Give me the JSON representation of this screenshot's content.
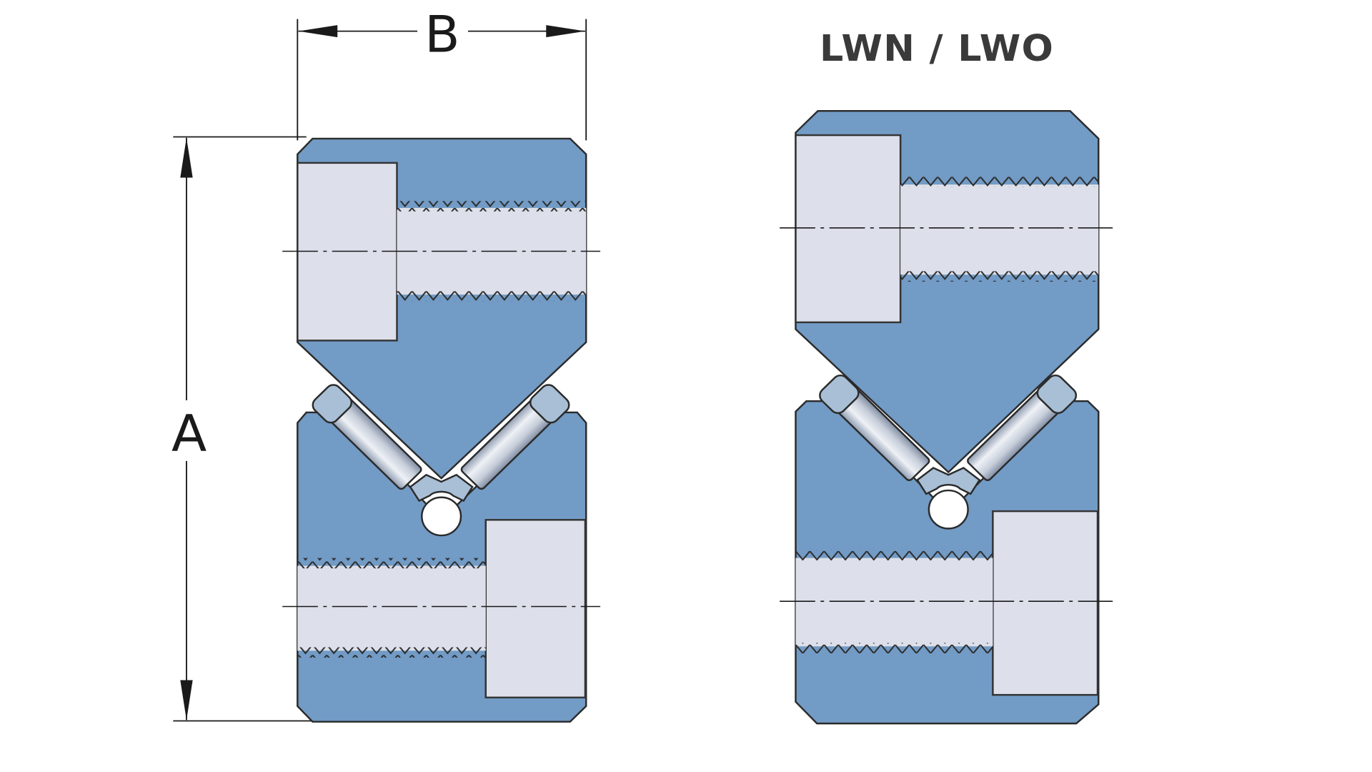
{
  "title": "LWN / LWO",
  "dimensions": {
    "width_label": "B",
    "height_label": "A"
  },
  "colors": {
    "body": "#729bc5",
    "body_outline": "#2b2b2b",
    "bore": "#dde0ea",
    "bore_outline": "#333333",
    "roller": "#c8cfdb",
    "cage": "#a8bfd6",
    "dimension_line": "#1a1a1a",
    "text": "#3a3a3a",
    "background": "#ffffff"
  }
}
